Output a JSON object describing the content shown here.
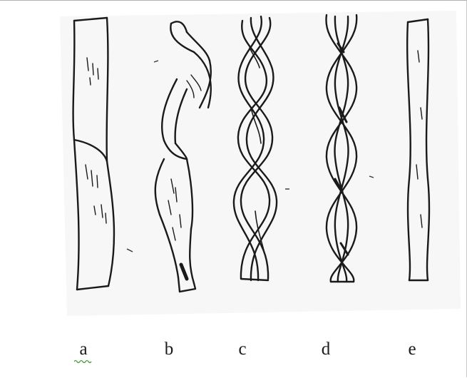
{
  "figure": {
    "labels": [
      "a",
      "b",
      "c",
      "d",
      "e"
    ]
  },
  "icons": {
    "spell-underline": "wavy-underline-icon"
  },
  "colors": {
    "paper": "#f7f7f7",
    "ink": "#1a1a1a",
    "underline": "#4a9a3a"
  }
}
